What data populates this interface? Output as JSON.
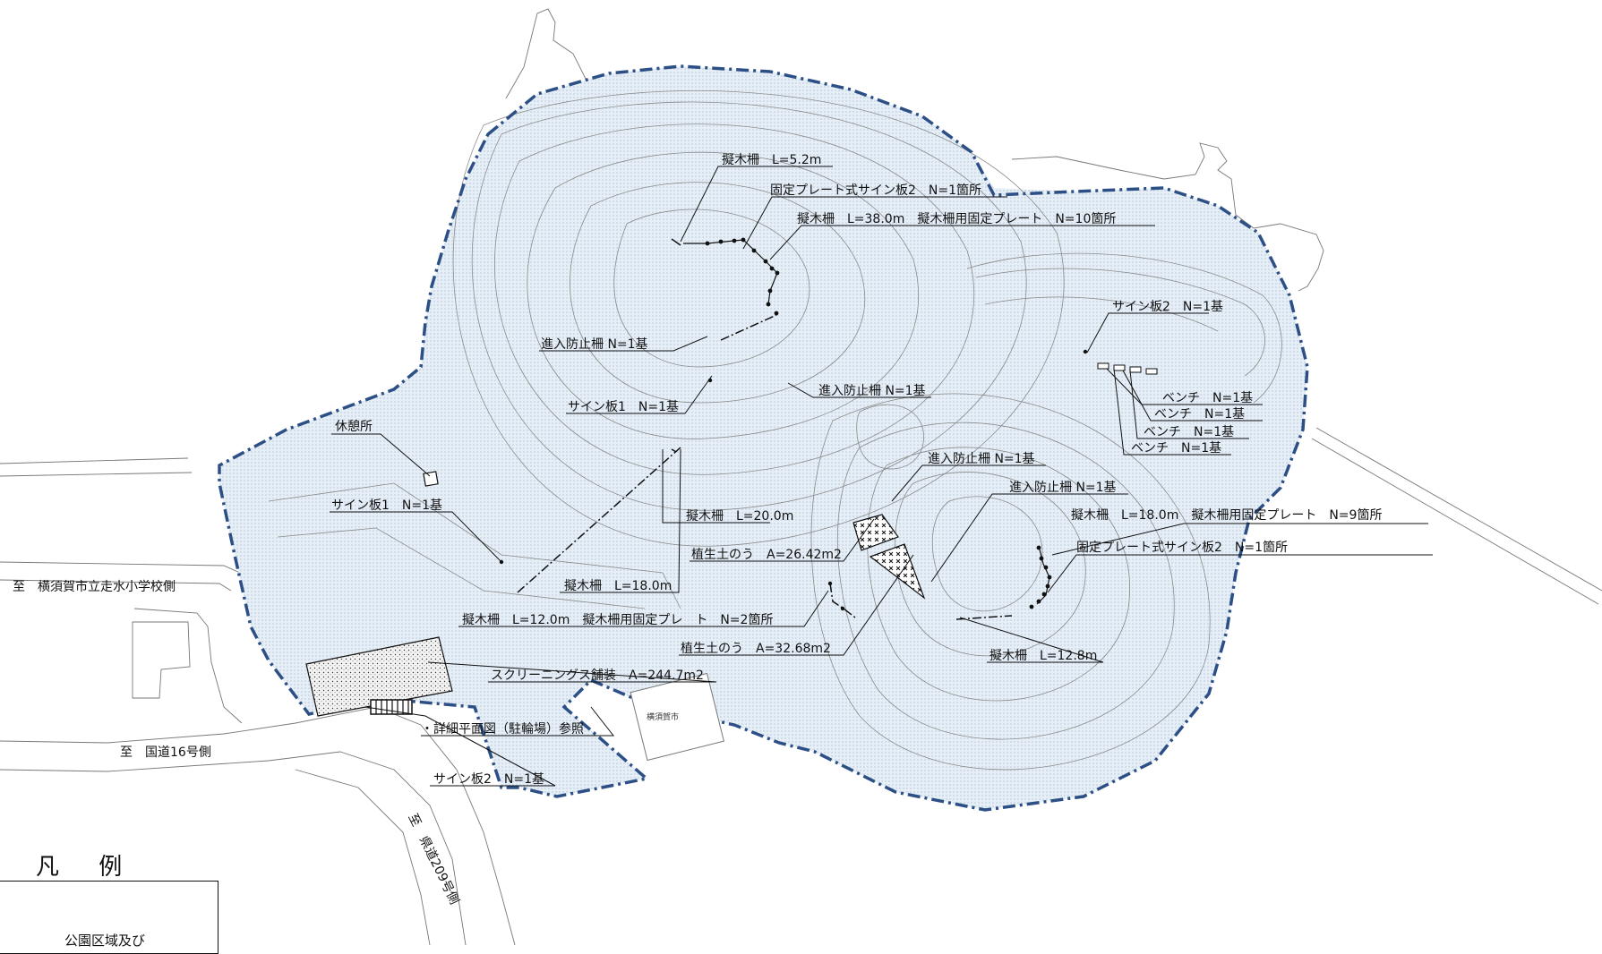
{
  "map": {
    "labels": {
      "fence_52": "擬木柵　L=5.2m",
      "plate_sign2_top": "固定プレート式サイン板2　N=1箇所",
      "fence_380": "擬木柵　L=38.0m　擬木柵用固定プレート　N=10箇所",
      "sign2_top_right": "サイン板2　N=1基",
      "barrier_left": "進入防止柵 N=1基",
      "sign1_mid": "サイン板1　N=1基",
      "barrier_mid": "進入防止柵 N=1基",
      "bench_1": "ベンチ　N=1基",
      "bench_2": "ベンチ　N=1基",
      "bench_3": "ベンチ　N=1基",
      "bench_4": "ベンチ　N=1基",
      "rest_area": "休憩所",
      "barrier_lower": "進入防止柵 N=1基",
      "barrier_lower2": "進入防止柵 N=1基",
      "sign1_left": "サイン板1　N=1基",
      "fence_200": "擬木柵　L=20.0m",
      "fence_180_right": "擬木柵　L=18.0m　擬木柵用固定プレート　N=9箇所",
      "plate_sign2_right": "固定プレート式サイン板2　N=1箇所",
      "soil_bag_a": "植生土のう　A=26.42m2",
      "fence_180_left": "擬木柵　L=18.0m",
      "fence_120": "擬木柵　L=12.0m　擬木柵用固定プレ　ト　N=2箇所",
      "soil_bag_b": "植生土のう　A=32.68m2",
      "fence_128": "擬木柵　L=12.8m",
      "screening": "スクリーニングス舗装　A=244.7m2",
      "detail_ref": "・詳細平面図（駐輪場）参照",
      "sign2_bottom": "サイン板2　N=1基",
      "city_label": "横須賀市"
    },
    "roads": {
      "to_school": "至　横須賀市立走水小学校側",
      "to_route16": "至　国道16号側",
      "to_pref209": "至　県道209号側"
    }
  },
  "legend": {
    "title": "凡 例",
    "item": "公園区域及び"
  },
  "colors": {
    "park_fill": "#e4eef6",
    "boundary": "#2c4f86"
  }
}
